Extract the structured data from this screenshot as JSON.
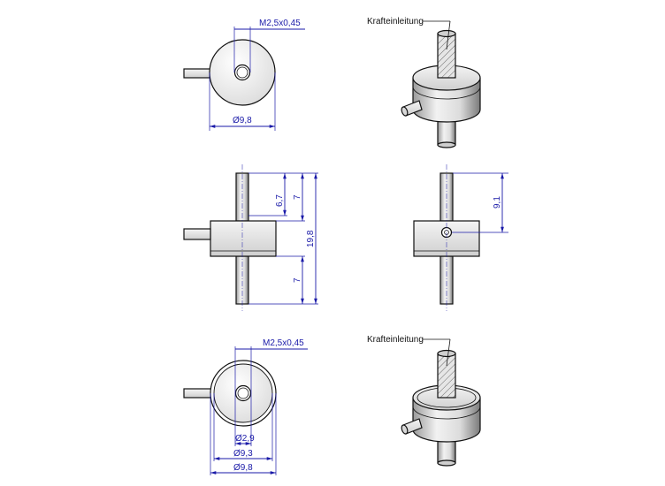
{
  "labels": {
    "thread_top": "M2,5x0,45",
    "dia_top": "Ø9,8",
    "callout_top": "Krafteinleitung",
    "dim_6_7": "6,7",
    "dim_7_upper": "7",
    "dim_19_8": "19,8",
    "dim_7_lower": "7",
    "dim_9_1": "9,1",
    "thread_bottom": "M2,5x0,45",
    "dia_2_9": "Ø2,9",
    "dia_9_3": "Ø9,3",
    "dia_9_8_bottom": "Ø9,8",
    "callout_bottom": "Krafteinleitung"
  },
  "colors": {
    "dimension": "#1a1aa8",
    "outline": "#111111",
    "body_fill": "#e8e8e8",
    "hatch": "#777777"
  }
}
